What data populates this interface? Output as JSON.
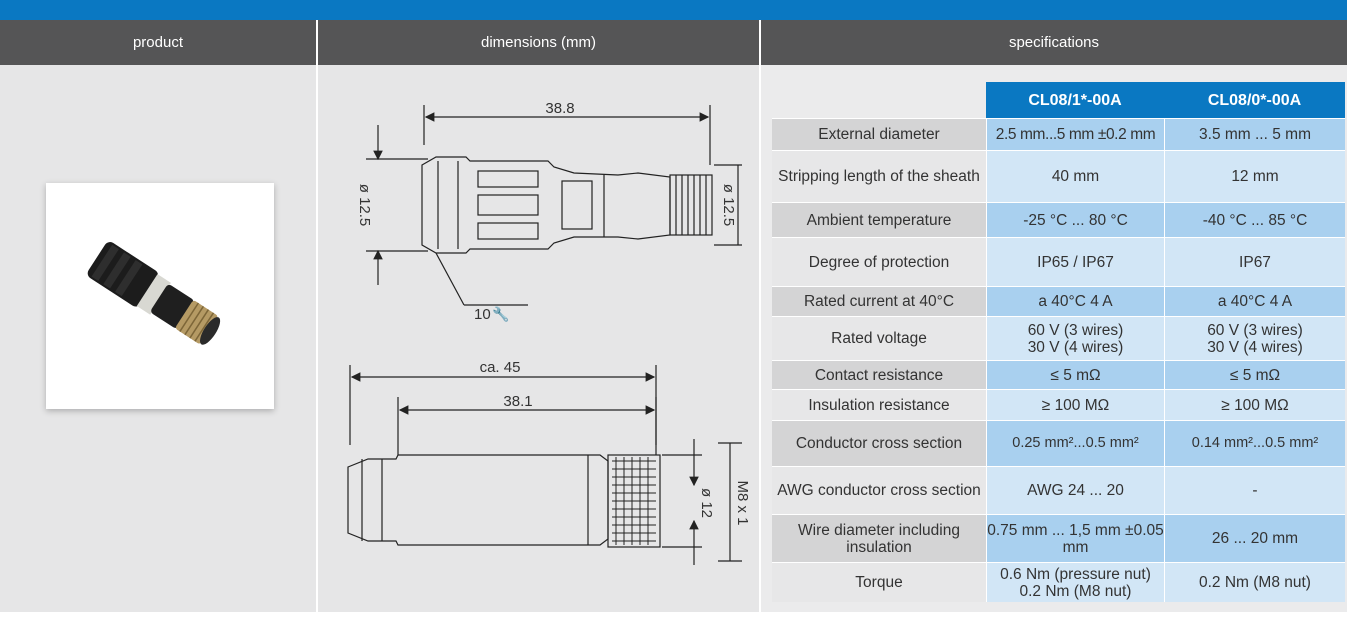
{
  "header": {
    "product": "product",
    "dimensions": "dimensions (mm)",
    "specifications": "specifications"
  },
  "drawing": {
    "top_length": "38.8",
    "left_diameter": "ø 12.5",
    "right_diameter": "ø 12.5",
    "wrench": "10",
    "total_length": "ca. 45",
    "body_length": "38.1",
    "nut_diameter": "ø 12",
    "thread": "M8 x 1"
  },
  "spec": {
    "col1": "CL08/1*-00A",
    "col2": "CL08/0*-00A",
    "rows": [
      {
        "label": "External diameter",
        "v1": "2.5 mm...5 mm ±0.2 mm",
        "v2": "3.5 mm ... 5 mm"
      },
      {
        "label": "Stripping length of the sheath",
        "v1": "40 mm",
        "v2": "12 mm"
      },
      {
        "label": "Ambient temperature",
        "v1": "-25 °C ... 80 °C",
        "v2": "-40 °C ... 85 °C"
      },
      {
        "label": "Degree of protection",
        "v1": "IP65 / IP67",
        "v2": "IP67"
      },
      {
        "label": "Rated current at 40°C",
        "v1": "a 40°C 4 A",
        "v2": "a 40°C 4 A"
      },
      {
        "label": "Rated voltage",
        "v1_a": "60 V (3 wires)",
        "v1_b": "30 V (4 wires)",
        "v2_a": "60 V (3 wires)",
        "v2_b": "30 V (4 wires)"
      },
      {
        "label": "Contact resistance",
        "v1": "≤ 5 mΩ",
        "v2": "≤ 5 mΩ"
      },
      {
        "label": "Insulation resistance",
        "v1": "≥ 100 MΩ",
        "v2": "≥ 100 MΩ"
      },
      {
        "label": "Conductor cross section",
        "v1": "0.25 mm²...0.5 mm²",
        "v2": "0.14 mm²...0.5 mm²"
      },
      {
        "label": "AWG conductor cross section",
        "v1": "AWG 24 ... 20",
        "v2": "-"
      },
      {
        "label": "Wire diameter including insulation",
        "v1": "0.75 mm ... 1,5 mm ±0.05 mm",
        "v2": "26 ... 20 mm"
      },
      {
        "label": "Torque",
        "v1_a": "0.6 Nm  (pressure nut)",
        "v1_b": "0.2 Nm (M8 nut)",
        "v2": "0.2 Nm (M8 nut)"
      }
    ]
  },
  "colors": {
    "accent": "#0a78c2",
    "header": "#555556",
    "cell_blue": "#a9d0ef",
    "cell_light": "#d2e6f6"
  }
}
